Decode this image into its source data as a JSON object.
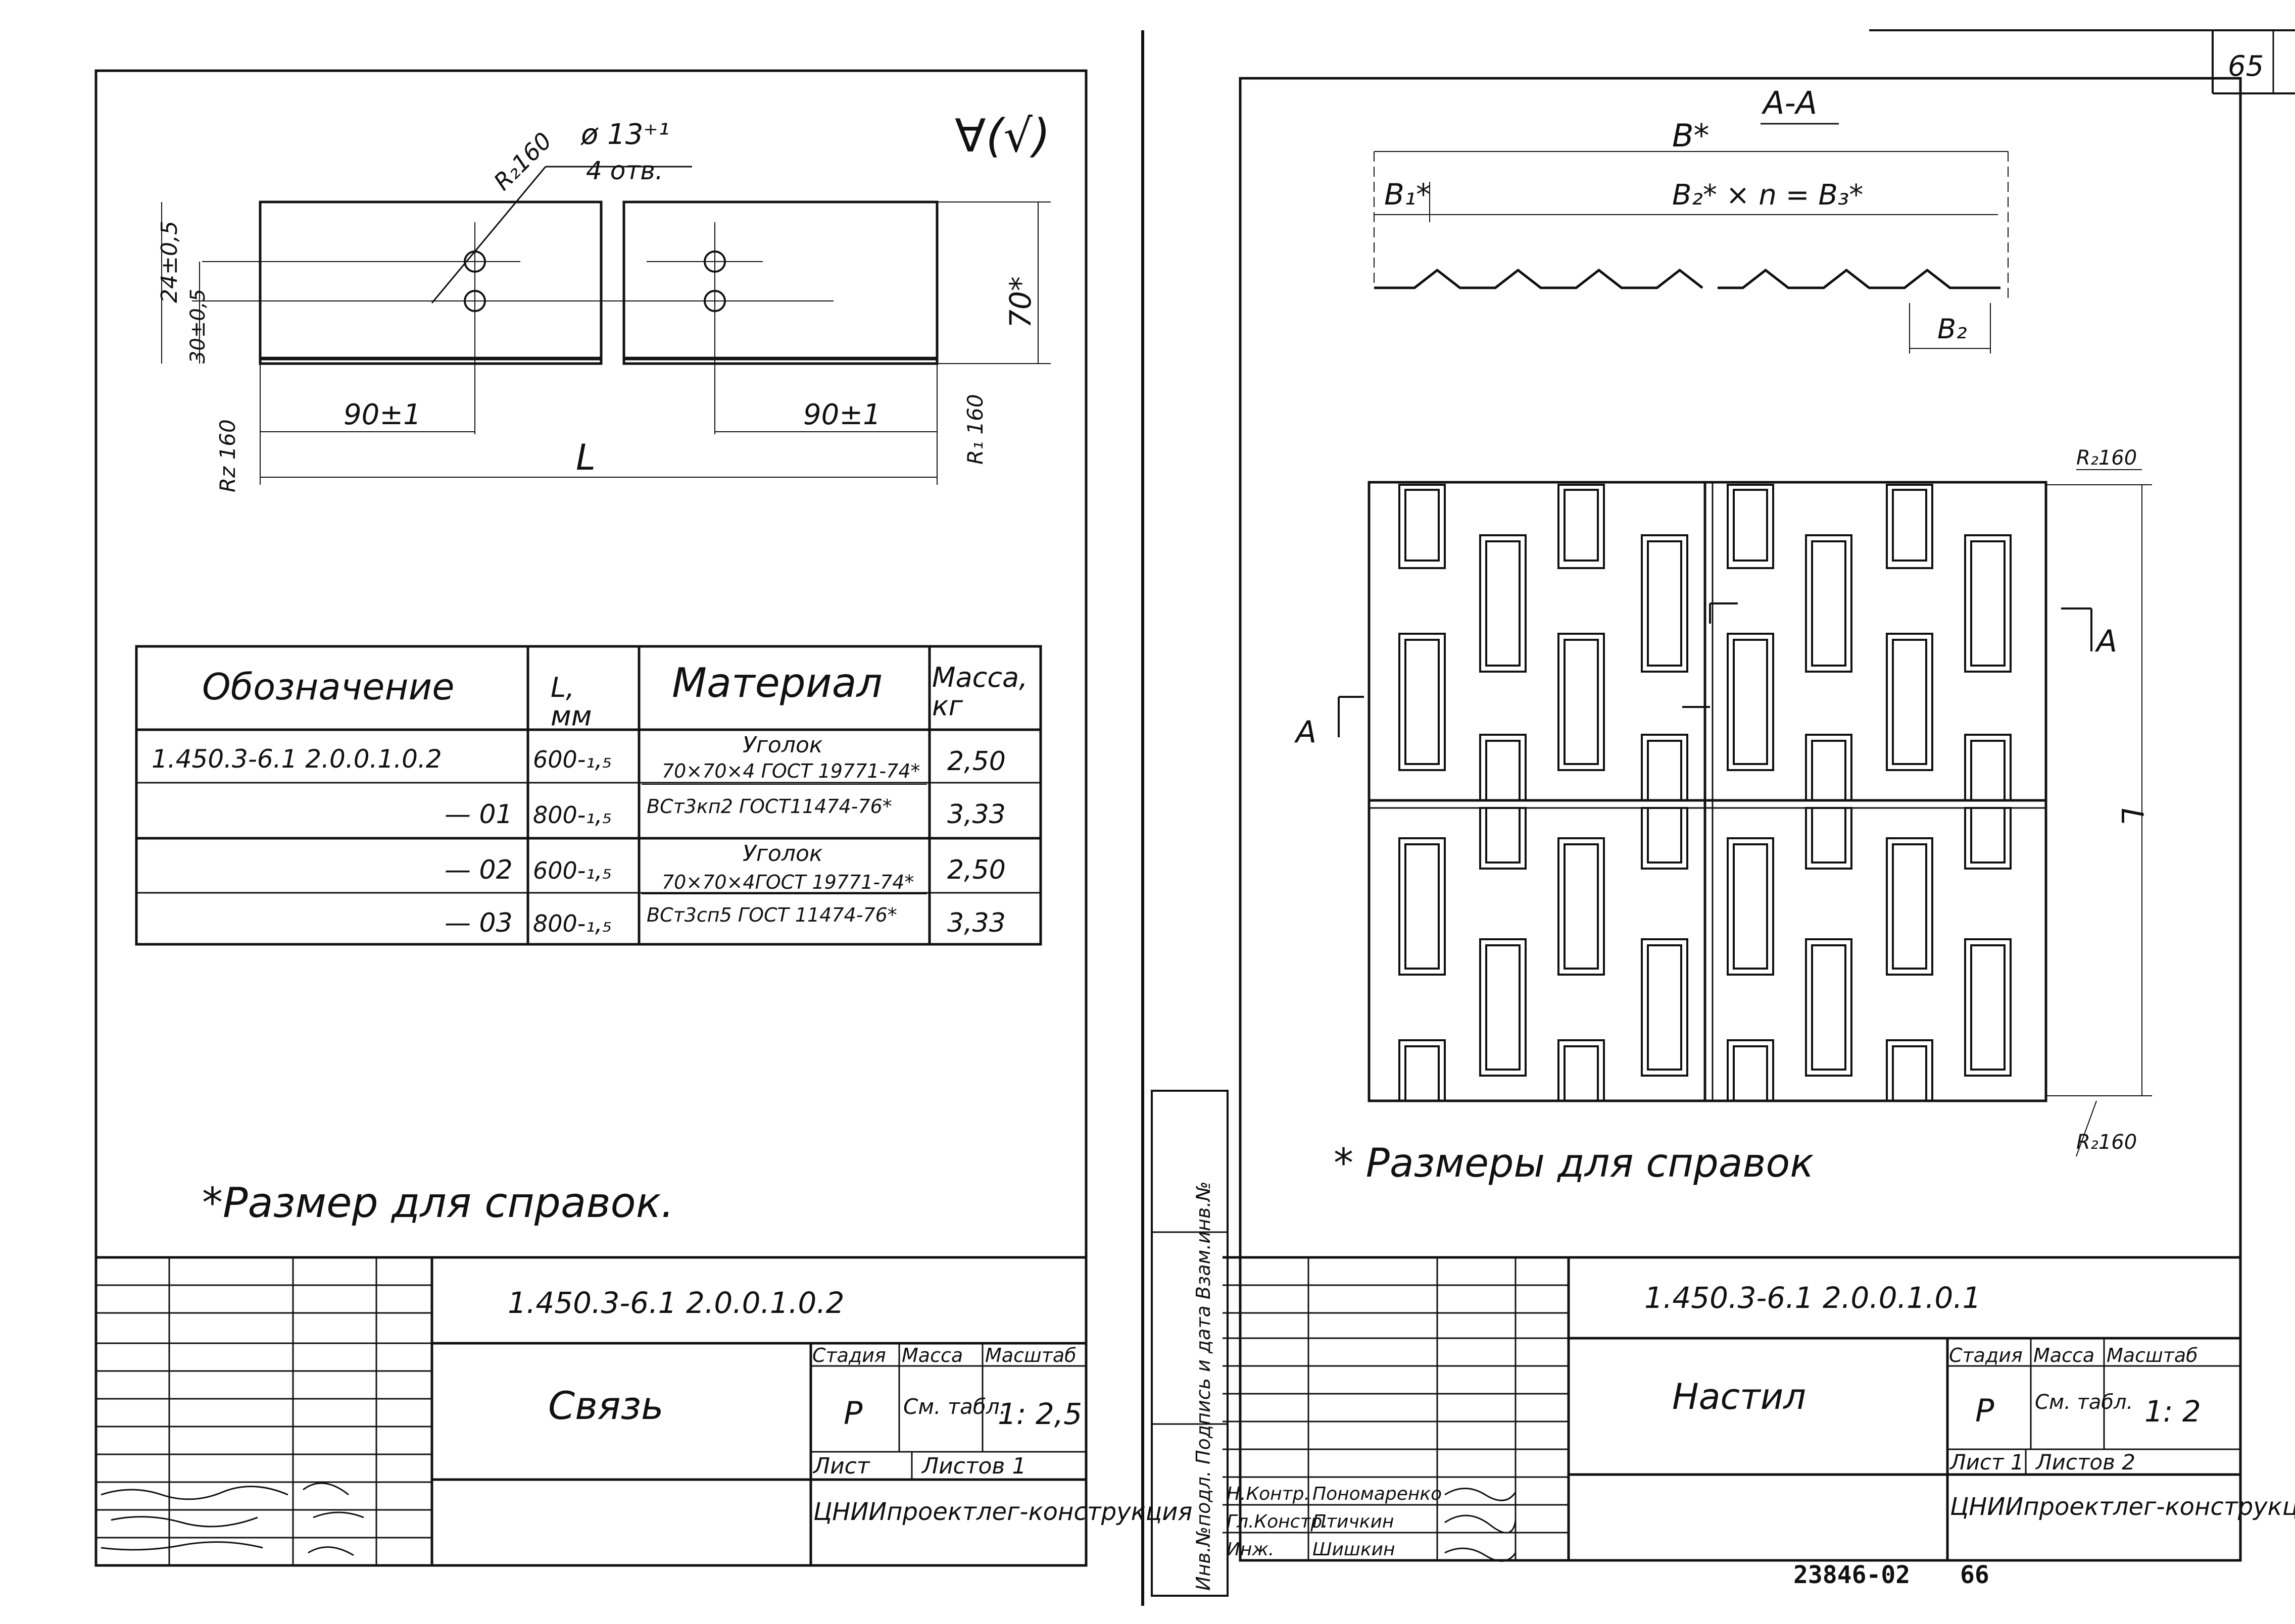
{
  "page_number": "65",
  "bottom_numbers": {
    "code": "23846-02",
    "page": "66"
  },
  "left_sheet": {
    "finish_symbol": "∀(√)",
    "hole_note": {
      "diameter": "ø 13⁺¹",
      "count": "4 отв."
    },
    "radius_note": "R₂160",
    "dims": {
      "d_24": "24±0,5",
      "d_30": "30±0,5",
      "d_70": "70*",
      "d_90_left": "90±1",
      "d_90_right": "90±1",
      "d_L": "L",
      "rz_left": "Rz 160",
      "rz_right": "R₁ 160"
    },
    "table": {
      "headers": [
        "Обозначение",
        "L,\nмм",
        "Материал",
        "Масса,\nкг"
      ],
      "rows": [
        {
          "designation": "1.450.3-6.1 2.0.0.1.0.2",
          "length": "600-₁,₅",
          "material_top": "Уголок",
          "material_mid": "70×70×4 ГОСТ 19771-74*",
          "material_bot": "",
          "mass": "2,50"
        },
        {
          "designation": "— 01",
          "length": "800-₁,₅",
          "material_top": "",
          "material_mid": "",
          "material_bot": "ВСт3кп2 ГОСТ11474-76*",
          "mass": "3,33"
        },
        {
          "designation": "— 02",
          "length": "600-₁,₅",
          "material_top": "Уголок",
          "material_mid": "70×70×4ГОСТ 19771-74*",
          "material_bot": "",
          "mass": "2,50"
        },
        {
          "designation": "— 03",
          "length": "800-₁,₅",
          "material_top": "",
          "material_mid": "",
          "material_bot": "ВСт3сп5 ГОСТ 11474-76*",
          "mass": "3,33"
        }
      ]
    },
    "note": "*Размер для справок.",
    "title_block": {
      "doc_number": "1.450.3-6.1 2.0.0.1.0.2",
      "title": "Связь",
      "stage_label": "Стадия",
      "mass_label": "Масса",
      "scale_label": "Масштаб",
      "stage": "Р",
      "mass": "См. табл.",
      "scale": "1: 2,5",
      "sheet_label": "Лист",
      "sheets_label": "Листов 1",
      "org": "ЦНИИпроектлег-конструкция"
    }
  },
  "right_sheet": {
    "section_label": "А-А",
    "dims": {
      "B_total": "B*",
      "B1": "B₁*",
      "formula": "B₂* × n = B₃*",
      "B2": "B₂",
      "L": "L",
      "rz_top": "R₂160",
      "rz_bottom": "R₂160",
      "section_A_left": "А",
      "section_A_right": "А"
    },
    "note": "* Размеры для справок",
    "side_stamp": "Инв.№подл. Подпись и дата Взам.инв.№",
    "title_block": {
      "doc_number": "1.450.3-6.1 2.0.0.1.0.1",
      "title": "Настил",
      "stage_label": "Стадия",
      "mass_label": "Масса",
      "scale_label": "Масштаб",
      "stage": "Р",
      "mass": "См. табл.",
      "scale": "1: 2",
      "sheet_label": "Лист 1",
      "sheets_label": "Листов 2",
      "org": "ЦНИИпроектлег-конструкция",
      "signatures": [
        {
          "role": "Н.Контр.",
          "name": "Пономаренко"
        },
        {
          "role": "Гл.Констр.",
          "name": "Птичкин"
        },
        {
          "role": "Инж.",
          "name": "Шишкин"
        }
      ]
    }
  },
  "colors": {
    "ink": "#111111",
    "paper": "#ffffff"
  }
}
